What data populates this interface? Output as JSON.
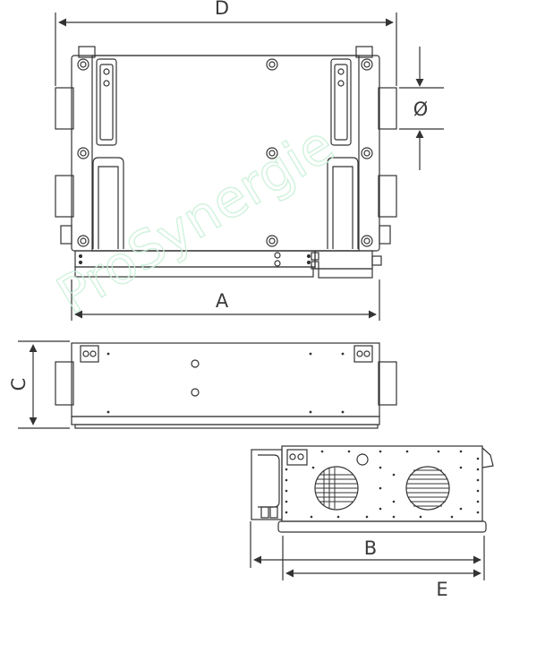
{
  "watermark": "ProSynergie",
  "dimensions": {
    "D": "D",
    "diameter": "Ø",
    "A": "A",
    "C": "C",
    "B": "B",
    "E": "E"
  },
  "colors": {
    "line": "#333333",
    "watermark": "#c8f0d8",
    "background": "#ffffff"
  }
}
